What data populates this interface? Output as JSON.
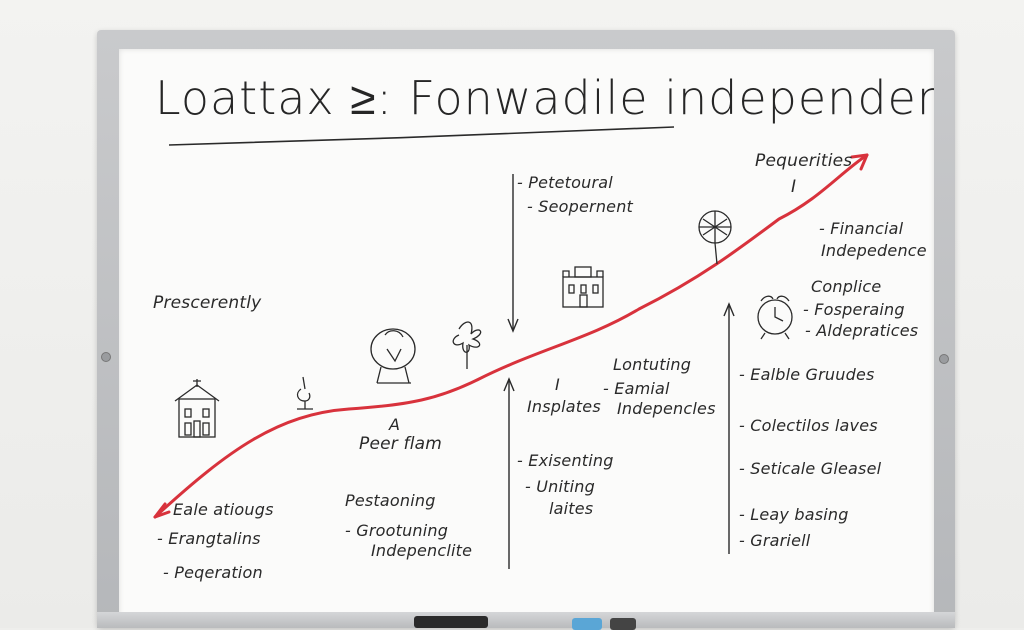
{
  "board": {
    "title": "Loattax  ≥: Fonwadile independence",
    "top_right_heading": "Pequerities",
    "top_right_mark": "I",
    "center_top_list": [
      "- Petetoural",
      "- Seopernent"
    ],
    "right_list_1": [
      "- Financial",
      "Indepedence"
    ],
    "right_list_2": [
      "Conplice",
      "- Fosperaing",
      "- Aldepratices"
    ],
    "left_label": "Prescerently",
    "peer_mark": "A",
    "peer_label": "Peer flam",
    "mid_right_mark": "I",
    "mid_right_label": "Insplates",
    "mid_label_lines": [
      "Lontuting",
      "- Eamial",
      "Indepencles"
    ],
    "bottom_left_list": [
      "Eale atiougs",
      "- Erangtalins",
      "- Peqeration"
    ],
    "bottom_mid_list": [
      "Pestaoning",
      "- Grootuning",
      "Indepenclite"
    ],
    "bottom_center_list": [
      "- Exisenting",
      "- Uniting",
      "laites"
    ],
    "bottom_right_list": [
      "- Ealble Gruudes",
      "- Colectilos laves",
      "- Seticale Gleasel",
      "- Leay basing",
      "- Grariell"
    ],
    "icons": [
      "building-icon",
      "lamp-icon",
      "person-icon",
      "flower-icon",
      "castle-icon",
      "tree-icon",
      "alarm-clock-icon"
    ],
    "colors": {
      "marker_red": "#d8323c",
      "ink": "#2a2a2a",
      "frame": "#c0c2c4",
      "board": "#fbfbfa"
    }
  }
}
